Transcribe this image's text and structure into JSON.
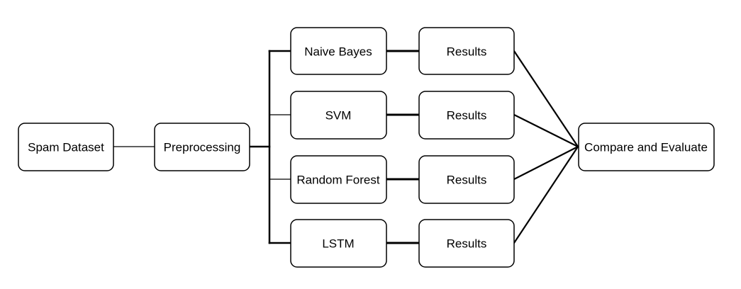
{
  "diagram": {
    "nodes": {
      "spam_dataset": "Spam Dataset",
      "preprocessing": "Preprocessing",
      "naive_bayes": "Naive Bayes",
      "svm": "SVM",
      "random_forest": "Random Forest",
      "lstm": "LSTM",
      "results_naive_bayes": "Results",
      "results_svm": "Results",
      "results_random_forest": "Results",
      "results_lstm": "Results",
      "compare_evaluate": "Compare and Evaluate"
    },
    "edges": [
      {
        "from": "spam_dataset",
        "to": "preprocessing"
      },
      {
        "from": "preprocessing",
        "to": "naive_bayes"
      },
      {
        "from": "preprocessing",
        "to": "svm"
      },
      {
        "from": "preprocessing",
        "to": "random_forest"
      },
      {
        "from": "preprocessing",
        "to": "lstm"
      },
      {
        "from": "naive_bayes",
        "to": "results_naive_bayes"
      },
      {
        "from": "svm",
        "to": "results_svm"
      },
      {
        "from": "random_forest",
        "to": "results_random_forest"
      },
      {
        "from": "lstm",
        "to": "results_lstm"
      },
      {
        "from": "results_naive_bayes",
        "to": "compare_evaluate"
      },
      {
        "from": "results_svm",
        "to": "compare_evaluate"
      },
      {
        "from": "results_random_forest",
        "to": "compare_evaluate"
      },
      {
        "from": "results_lstm",
        "to": "compare_evaluate"
      }
    ]
  }
}
